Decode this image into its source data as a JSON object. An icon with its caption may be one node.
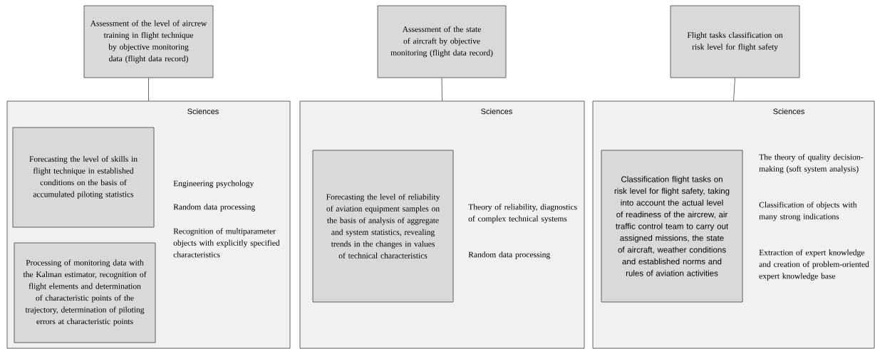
{
  "diagram": {
    "nodes": [
      {
        "text": [
          "Assessment of the level of aircrew training in flight technique by objective monitoring data (flight data record)"
        ]
      },
      {
        "text": [
          "Assessment of the state of aircraft by objective monitoring (flight data record)"
        ]
      },
      {
        "text": [
          "Flight tasks classification on risk level for flight safety"
        ]
      },
      {
        "text": [
          "Sciences",
          "Engineering psychology",
          "Random data processing",
          "Recognition of multiparameter objects with explicitly specified characteristics"
        ]
      },
      {
        "text": [
          "Forecasting the level of skills in flight technique in established conditions on the basis of accumulated piloting statistics"
        ],
        "in": 3
      },
      {
        "text": [
          "Processing of monitoring data with the Kalman estimator, recognition of flight elements and determination of characteristic points of the trajectory, determination of piloting errors at characteristic points"
        ],
        "in": 3
      },
      {
        "text": [
          "Sciences",
          "Theory of reliability, diagnostics of complex technical systems",
          "Random data processing"
        ]
      },
      {
        "text": [
          "Forecasting the level of reliability of aviation equipment samples on the basis of analysis of aggregate and system statistics, revealing trends in the changes in values of technical characteristics"
        ],
        "in": 6
      },
      {
        "text": [
          "Sciences",
          "The theory of quality decision-making (soft system analysis)",
          "Classification of objects with many strong indications",
          "Extraction of expert knowledge and creation of problem-oriented expert knowledge base"
        ]
      },
      {
        "text": [
          "Classification flight tasks on risk level for flight safety, taking into account the actual level of readiness of the aircrew, air traffic control team to carry out assigned missions, the state of aircraft, weather conditions and established norms and rules of aviation activities"
        ],
        "in": 8
      }
    ],
    "edges": [
      {
        "from": 0,
        "to": 3,
        "arrow": "none"
      },
      {
        "from": 1,
        "to": 6,
        "arrow": "none"
      },
      {
        "from": 2,
        "to": 8,
        "arrow": "none"
      }
    ]
  }
}
